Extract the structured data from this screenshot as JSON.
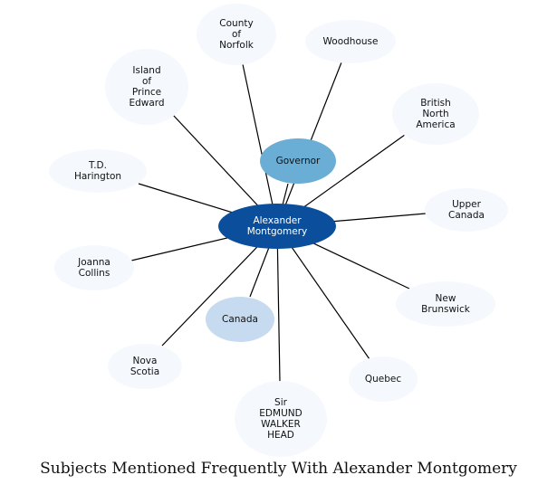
{
  "title": "Subjects Mentioned Frequently With Alexander Montgomery",
  "center": {
    "id": "center",
    "label": [
      "Alexander",
      "Montgomery"
    ],
    "color": "#0b4f9c",
    "text_color": "#ffffff"
  },
  "nodes": [
    {
      "id": "county-of-norfolk",
      "label": [
        "County",
        "of",
        "Norfolk"
      ],
      "color": "#f5f9fe"
    },
    {
      "id": "woodhouse",
      "label": [
        "Woodhouse"
      ],
      "color": "#f5f9fe"
    },
    {
      "id": "island-of-prince-edward",
      "label": [
        "Island",
        "of",
        "Prince",
        "Edward"
      ],
      "color": "#f5f9fe"
    },
    {
      "id": "british-north-america",
      "label": [
        "British",
        "North",
        "America"
      ],
      "color": "#f5f9fe"
    },
    {
      "id": "governor",
      "label": [
        "Governor"
      ],
      "color": "#6aaed6"
    },
    {
      "id": "td-harington",
      "label": [
        "T.D.",
        "Harington"
      ],
      "color": "#f5f9fe"
    },
    {
      "id": "upper-canada",
      "label": [
        "Upper",
        "Canada"
      ],
      "color": "#f5f9fe"
    },
    {
      "id": "joanna-collins",
      "label": [
        "Joanna",
        "Collins"
      ],
      "color": "#f5f9fe"
    },
    {
      "id": "new-brunswick",
      "label": [
        "New",
        "Brunswick"
      ],
      "color": "#f5f9fe"
    },
    {
      "id": "canada",
      "label": [
        "Canada"
      ],
      "color": "#c6dbef"
    },
    {
      "id": "nova-scotia",
      "label": [
        "Nova",
        "Scotia"
      ],
      "color": "#f5f9fe"
    },
    {
      "id": "quebec",
      "label": [
        "Quebec"
      ],
      "color": "#f5f9fe"
    },
    {
      "id": "sir-edmund-walker-head",
      "label": [
        "Sir",
        "EDMUND",
        "WALKER",
        "HEAD"
      ],
      "color": "#f5f9fe"
    }
  ],
  "edges": [
    [
      "center",
      "county-of-norfolk"
    ],
    [
      "center",
      "woodhouse"
    ],
    [
      "center",
      "island-of-prince-edward"
    ],
    [
      "center",
      "british-north-america"
    ],
    [
      "center",
      "governor"
    ],
    [
      "center",
      "td-harington"
    ],
    [
      "center",
      "upper-canada"
    ],
    [
      "center",
      "joanna-collins"
    ],
    [
      "center",
      "new-brunswick"
    ],
    [
      "center",
      "canada"
    ],
    [
      "center",
      "nova-scotia"
    ],
    [
      "center",
      "quebec"
    ],
    [
      "center",
      "sir-edmund-walker-head"
    ]
  ]
}
